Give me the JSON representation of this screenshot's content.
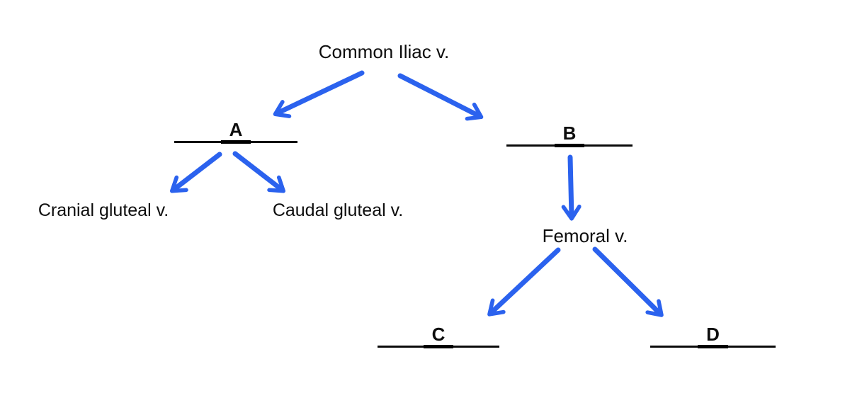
{
  "colors": {
    "arrow_blue": "#2b62ee",
    "text_black": "#0d0d0d",
    "line_black": "#0a0a0a",
    "background": "#ffffff"
  },
  "diagram": {
    "title": "Common Iliac v.",
    "nodes": {
      "common_iliac": {
        "label": "Common Iliac v."
      },
      "blank_a": {
        "letter": "A"
      },
      "blank_b": {
        "letter": "B"
      },
      "cranial_gluteal": {
        "label": "Cranial gluteal v."
      },
      "caudal_gluteal": {
        "label": "Caudal gluteal v."
      },
      "femoral": {
        "label": "Femoral v."
      },
      "blank_c": {
        "letter": "C"
      },
      "blank_d": {
        "letter": "D"
      }
    },
    "edges": [
      {
        "from": "common_iliac",
        "to": "blank_a"
      },
      {
        "from": "common_iliac",
        "to": "blank_b"
      },
      {
        "from": "blank_a",
        "to": "cranial_gluteal"
      },
      {
        "from": "blank_a",
        "to": "caudal_gluteal"
      },
      {
        "from": "blank_b",
        "to": "femoral"
      },
      {
        "from": "femoral",
        "to": "blank_c"
      },
      {
        "from": "femoral",
        "to": "blank_d"
      }
    ]
  }
}
